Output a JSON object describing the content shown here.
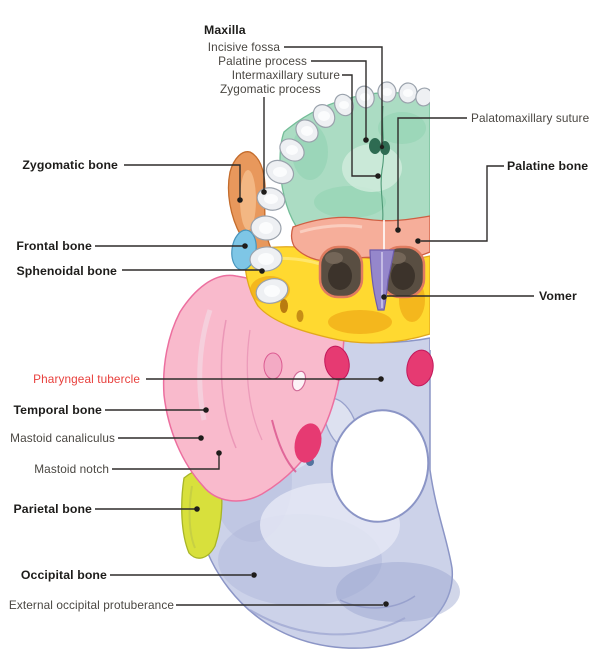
{
  "figure": {
    "type": "anatomical-diagram",
    "subject": "Inferior (basal) view of the skull with color-coded bones",
    "background": "#ffffff"
  },
  "labels": {
    "maxilla": {
      "text": "Maxilla",
      "style": "bold-header"
    },
    "incisive_fossa": {
      "text": "Incisive fossa"
    },
    "palatine_process": {
      "text": "Palatine process"
    },
    "intermaxillary_suture": {
      "text": "Intermaxillary suture"
    },
    "zygomatic_process": {
      "text": "Zygomatic process"
    },
    "palatomaxillary_suture": {
      "text": "Palatomaxillary suture"
    },
    "zygomatic_bone": {
      "text": "Zygomatic bone",
      "style": "bold"
    },
    "palatine_bone": {
      "text": "Palatine bone",
      "style": "bold"
    },
    "frontal_bone": {
      "text": "Frontal bone",
      "style": "bold"
    },
    "sphenoidal_bone": {
      "text": "Sphenoidal bone",
      "style": "bold"
    },
    "vomer": {
      "text": "Vomer",
      "style": "bold"
    },
    "pharyngeal_tubercle": {
      "text": "Pharyngeal tubercle",
      "style": "red",
      "color": "#e8403d"
    },
    "temporal_bone": {
      "text": "Temporal bone",
      "style": "bold"
    },
    "mastoid_canaliculus": {
      "text": "Mastoid canaliculus"
    },
    "mastoid_notch": {
      "text": "Mastoid notch"
    },
    "parietal_bone": {
      "text": "Parietal bone",
      "style": "bold"
    },
    "occipital_bone": {
      "text": "Occipital bone",
      "style": "bold"
    },
    "external_occipital_protuberance": {
      "text": "External occipital protuberance"
    }
  },
  "region_colors": {
    "maxilla_palate": "#abdcc3",
    "palate_shade": "#8ed1b0",
    "palatine": "#f6ae9a",
    "vomer": "#9587cb",
    "sphenoid": "#ffd930",
    "sphenoid_shade": "#f0a816",
    "zygomatic": "#e8985c",
    "frontal": "#7ec6e6",
    "temporal": "#f9bacc",
    "temporal_deep": "#ee5e92",
    "temporal_magenta": "#e63a72",
    "parietal": "#d8e03c",
    "occipital": "#ccd2e9",
    "occipital_shade": "#aeb6da",
    "teeth": "#eef0f3",
    "choana": "#594e42",
    "leader_line": "#2e2c2a",
    "label_text": "#4a4742",
    "label_bold_text": "#1d1c1a",
    "label_red": "#e8403d"
  }
}
